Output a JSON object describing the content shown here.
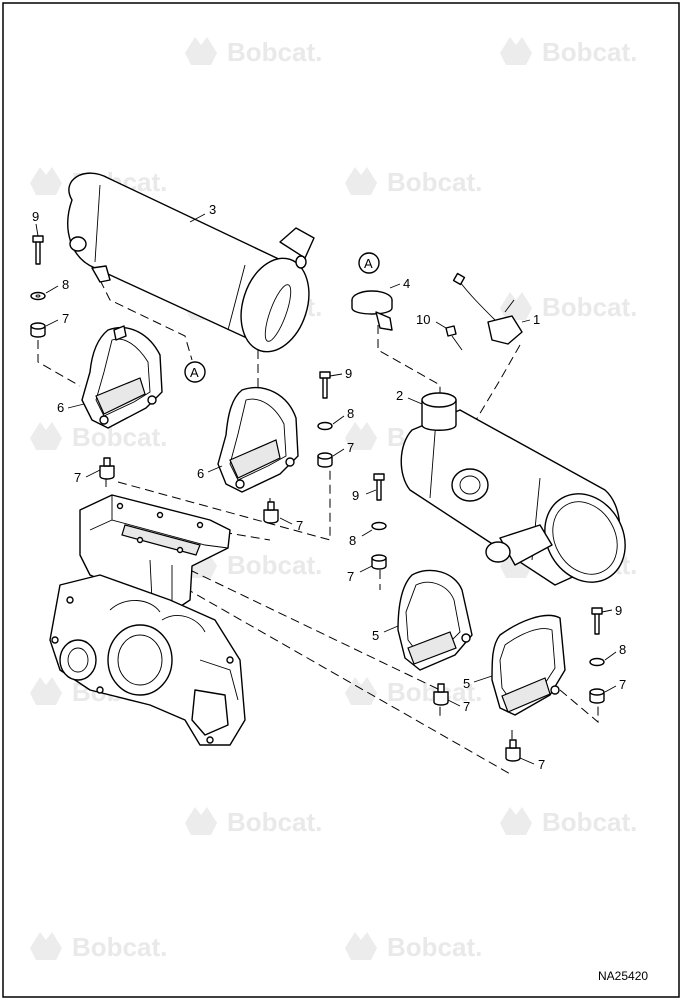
{
  "watermark": {
    "brand_text": "Bobcat."
  },
  "figure_id": "NA25420",
  "reference_marker": "A",
  "callouts": {
    "c1": "1",
    "c2": "2",
    "c3": "3",
    "c4": "4",
    "c5": "5",
    "c6": "6",
    "c7": "7",
    "c8": "8",
    "c9": "9",
    "c10": "10"
  },
  "colors": {
    "line": "#000000",
    "watermark": "#e9e9e9",
    "background": "#ffffff"
  }
}
